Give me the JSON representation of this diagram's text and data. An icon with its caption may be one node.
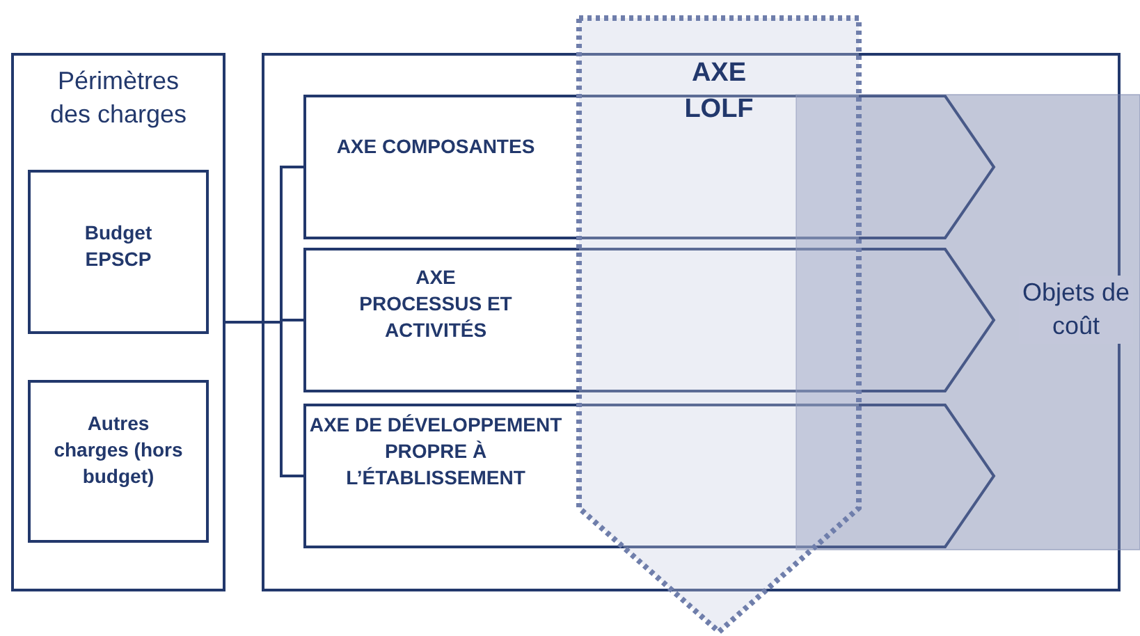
{
  "diagram": {
    "nodes": [
      {
        "text": [
          "Périmètres des charges"
        ]
      },
      {
        "text": [
          "Budget EPSCP"
        ],
        "in": 0
      },
      {
        "text": [
          "Autres charges (hors budget)"
        ],
        "in": 0
      },
      {
        "text": [],
        "shape": "box"
      },
      {
        "text": [
          "AXE COMPOSANTES"
        ],
        "in": 3
      },
      {
        "text": [
          "AXE PROCESSUS ET ACTIVITÉS"
        ],
        "in": 3
      },
      {
        "text": [
          "AXE DE DÉVELOPPEMENT PROPRE À L’ÉTABLISSEMENT"
        ],
        "in": 3
      },
      {
        "text": [
          "AXE LOLF"
        ]
      },
      {
        "text": [
          "Objets de coût"
        ]
      }
    ],
    "edges": [
      {
        "from": 0,
        "to": 4,
        "arrow": "none"
      },
      {
        "from": 0,
        "to": 5,
        "arrow": "none"
      },
      {
        "from": 0,
        "to": 6,
        "arrow": "none"
      }
    ]
  }
}
